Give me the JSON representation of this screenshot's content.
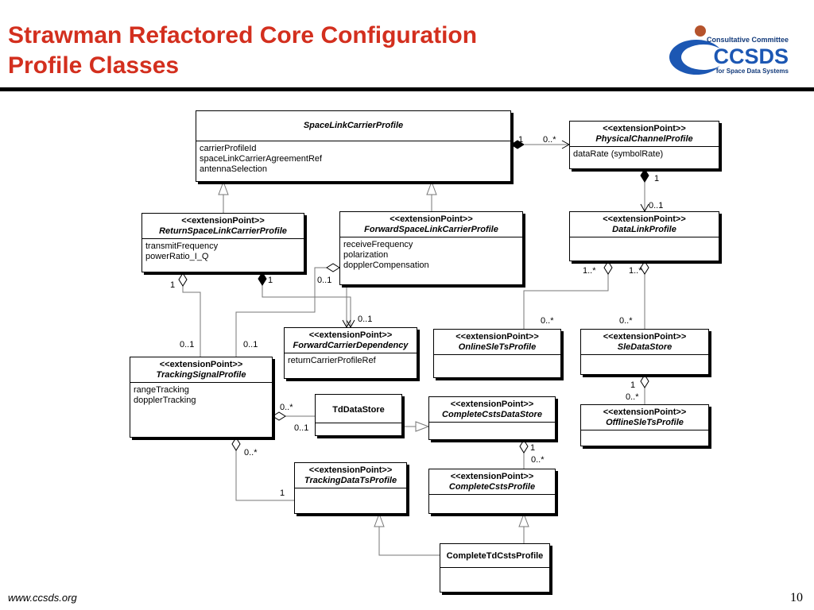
{
  "slide": {
    "title_line1": "Strawman Refactored Core Configuration",
    "title_line2": "Profile Classes",
    "footer_url": "www.ccsds.org",
    "page_number": "10"
  },
  "logo": {
    "line1": "Consultative Committee",
    "wordmark": "CCSDS",
    "line2": "for Space Data Systems"
  },
  "classes": {
    "spacelink": {
      "name": "SpaceLinkCarrierProfile",
      "attributes": [
        "carrierProfileId",
        "spaceLinkCarrierAgreementRef",
        "antennaSelection"
      ]
    },
    "physical": {
      "stereotype": "<<extensionPoint>>",
      "name": "PhysicalChannelProfile",
      "attributes": [
        "dataRate (symbolRate)"
      ]
    },
    "returnslc": {
      "stereotype": "<<extensionPoint>>",
      "name": "ReturnSpaceLinkCarrierProfile",
      "attributes": [
        "transmitFrequency",
        "powerRatio_I_Q"
      ]
    },
    "forwardslc": {
      "stereotype": "<<extensionPoint>>",
      "name": "ForwardSpaceLinkCarrierProfile",
      "attributes": [
        "receiveFrequency",
        "polarization",
        "dopplerCompensation"
      ]
    },
    "datalink": {
      "stereotype": "<<extensionPoint>>",
      "name": "DataLinkProfile",
      "attributes": []
    },
    "fwddep": {
      "stereotype": "<<extensionPoint>>",
      "name": "ForwardCarrierDependency",
      "attributes": [
        "returnCarrierProfileRef"
      ]
    },
    "onlinesle": {
      "stereotype": "<<extensionPoint>>",
      "name": "OnlineSleTsProfile",
      "attributes": []
    },
    "sledatastore": {
      "stereotype": "<<extensionPoint>>",
      "name": "SleDataStore",
      "attributes": []
    },
    "tracking": {
      "stereotype": "<<extensionPoint>>",
      "name": "TrackingSignalProfile",
      "attributes": [
        "rangeTracking",
        "dopplerTracking"
      ]
    },
    "tddatastore": {
      "name": "TdDataStore",
      "attributes": []
    },
    "cstsdatastore": {
      "stereotype": "<<extensionPoint>>",
      "name": "CompleteCstsDataStore",
      "attributes": []
    },
    "offlinesle": {
      "stereotype": "<<extensionPoint>>",
      "name": "OfflineSleTsProfile",
      "attributes": []
    },
    "trackingdata": {
      "stereotype": "<<extensionPoint>>",
      "name": "TrackingDataTsProfile",
      "attributes": []
    },
    "cstsprofile": {
      "stereotype": "<<extensionPoint>>",
      "name": "CompleteCstsProfile",
      "attributes": []
    },
    "tdcsts": {
      "name": "CompleteTdCstsProfile",
      "attributes": []
    }
  },
  "multiplicities": {
    "slc_phys_1": "1",
    "slc_phys_many": "0..*",
    "phys_dl_1": "1",
    "phys_dl_01": "0..1",
    "ret_trk_1": "1",
    "ret_fwd_1": "1",
    "fwd_dep_01a": "0..1",
    "fwd_dep_01b": "0..1",
    "trk_ret_01": "0..1",
    "trk_fwd_01": "0..1",
    "dl_onl_1": "1..*",
    "dl_sds_1": "1..*",
    "onl_many": "0..*",
    "sds_many": "0..*",
    "sds_off_1": "1",
    "sds_off_many": "0..*",
    "trk_td_many": "0..*",
    "trk_td_01": "0..1",
    "trk_tdp_many": "0..*",
    "trk_tdp_1": "1",
    "csts_1": "1",
    "csts_many": "0..*"
  }
}
